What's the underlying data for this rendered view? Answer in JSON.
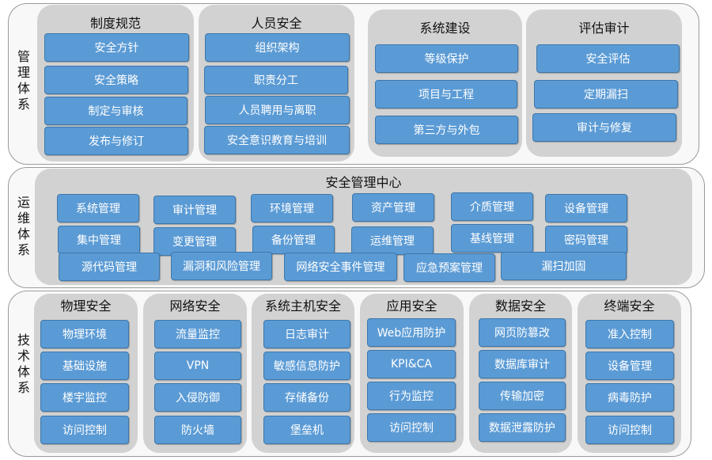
{
  "management": {
    "label": [
      "管",
      "理",
      "体",
      "系"
    ],
    "panels": [
      {
        "title": "制度规范",
        "items": [
          "安全方针",
          "安全策略",
          "制定与审核",
          "发布与修订"
        ]
      },
      {
        "title": "人员安全",
        "items": [
          "组织架构",
          "职责分工",
          "人员聘用与离职",
          "安全意识教育与培训"
        ]
      },
      {
        "title": "系统建设",
        "items": [
          "等级保护",
          "项目与工程",
          "第三方与外包"
        ]
      },
      {
        "title": "评估审计",
        "items": [
          "安全评估",
          "定期漏扫",
          "审计与修复"
        ]
      }
    ]
  },
  "operations": {
    "label": [
      "运",
      "维",
      "体",
      "系"
    ],
    "title": "安全管理中心",
    "items": [
      "系统管理",
      "审计管理",
      "环境管理",
      "资产管理",
      "介质管理",
      "设备管理",
      "集中管理",
      "变更管理",
      "备份管理",
      "运维管理",
      "基线管理",
      "密码管理",
      "源代码管理",
      "漏洞和风险管理",
      "网络安全事件管理",
      "应急预案管理",
      "漏扫加固"
    ]
  },
  "technical": {
    "label": [
      "技",
      "术",
      "体",
      "系"
    ],
    "panels": [
      {
        "title": "物理安全",
        "items": [
          "物理环境",
          "基础设施",
          "楼宇监控",
          "访问控制"
        ]
      },
      {
        "title": "网络安全",
        "items": [
          "流量监控",
          "VPN",
          "入侵防御",
          "防火墙"
        ]
      },
      {
        "title": "系统主机安全",
        "items": [
          "日志审计",
          "敏感信息防护",
          "存储备份",
          "堡垒机"
        ]
      },
      {
        "title": "应用安全",
        "items": [
          "Web应用防护",
          "KPI&CA",
          "行为监控",
          "访问控制"
        ]
      },
      {
        "title": "数据安全",
        "items": [
          "网页防篡改",
          "数据库审计",
          "传输加密",
          "数据泄露防护"
        ]
      },
      {
        "title": "终端安全",
        "items": [
          "准入控制",
          "设备管理",
          "病毒防护",
          "访问控制"
        ]
      }
    ]
  }
}
